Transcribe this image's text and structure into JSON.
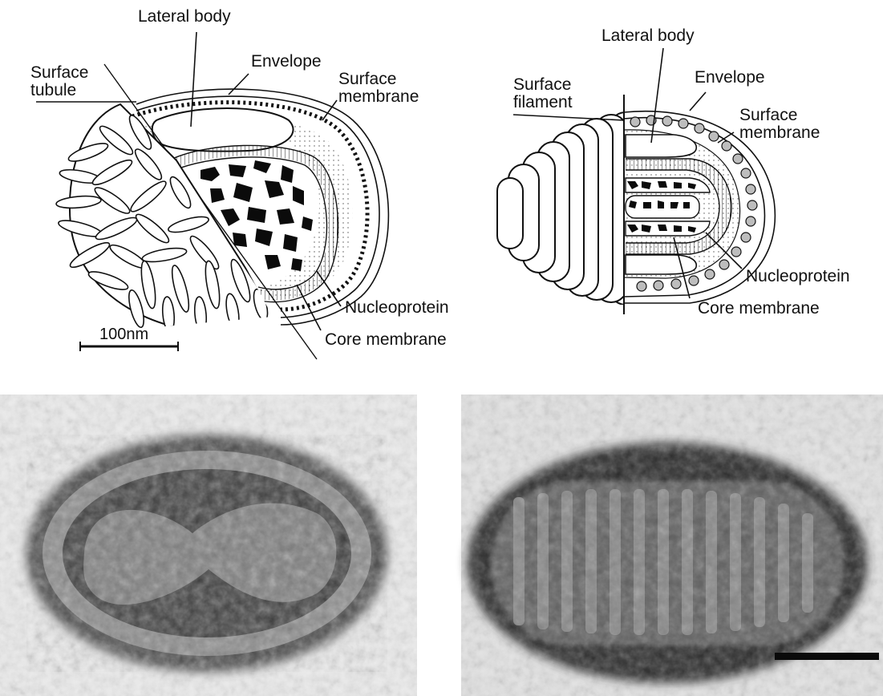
{
  "left_diagram": {
    "lateral_body": "Lateral body",
    "envelope": "Envelope",
    "surface_tubule": "Surface\ntubule",
    "surface_membrane": "Surface\nmembrane",
    "nucleoprotein": "Nucleoprotein",
    "core_membrane": "Core membrane",
    "scale_bar": "100nm"
  },
  "right_diagram": {
    "lateral_body": "Lateral body",
    "envelope": "Envelope",
    "surface_filament": "Surface\nfilament",
    "surface_membrane": "Surface\nmembrane",
    "nucleoprotein": "Nucleoprotein",
    "core_membrane": "Core membrane"
  },
  "colors": {
    "ink": "#111111",
    "micrograph_bg": "#e6e6e6",
    "particle_dark": "#3a3a3a"
  }
}
